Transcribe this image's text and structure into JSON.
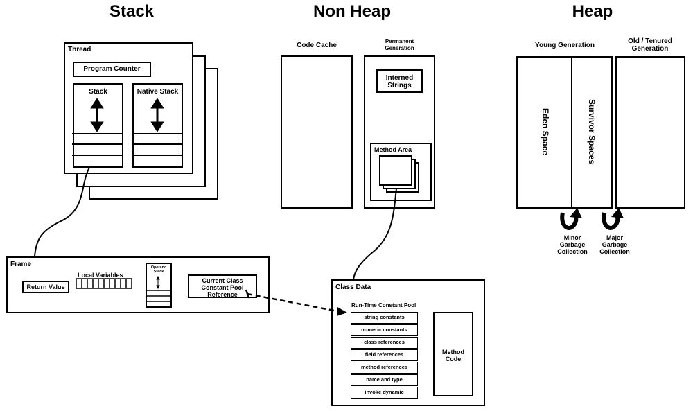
{
  "headings": {
    "stack": "Stack",
    "non_heap": "Non Heap",
    "heap": "Heap"
  },
  "thread": {
    "title": "Thread",
    "program_counter": "Program Counter",
    "stack": "Stack",
    "native_stack": "Native Stack"
  },
  "frame": {
    "title": "Frame",
    "return_value": "Return Value",
    "local_variables": "Local Variables",
    "operand_stack_line1": "Operand",
    "operand_stack_line2": "Stack",
    "ccp_line1": "Current Class",
    "ccp_line2": "Constant Pool",
    "ccp_line3": "Reference"
  },
  "non_heap": {
    "code_cache": "Code Cache",
    "perm_line1": "Permanent",
    "perm_line2": "Generation",
    "interned_line1": "Interned",
    "interned_line2": "Strings",
    "method_area": "Method Area"
  },
  "class_data": {
    "title": "Class Data",
    "pool_title": "Run-Time Constant Pool",
    "pool_items": [
      "string constants",
      "numeric constants",
      "class references",
      "field references",
      "method references",
      "name and type",
      "invoke dynamic"
    ],
    "method_code_line1": "Method",
    "method_code_line2": "Code"
  },
  "heap": {
    "young_generation": "Young Generation",
    "old_line1": "Old / Tenured",
    "old_line2": "Generation",
    "eden_space": "Eden Space",
    "survivor_spaces": "Survivor Spaces",
    "minor_line1": "Minor",
    "minor_line2": "Garbage",
    "minor_line3": "Collection",
    "major_line1": "Major",
    "major_line2": "Garbage",
    "major_line3": "Collection"
  }
}
